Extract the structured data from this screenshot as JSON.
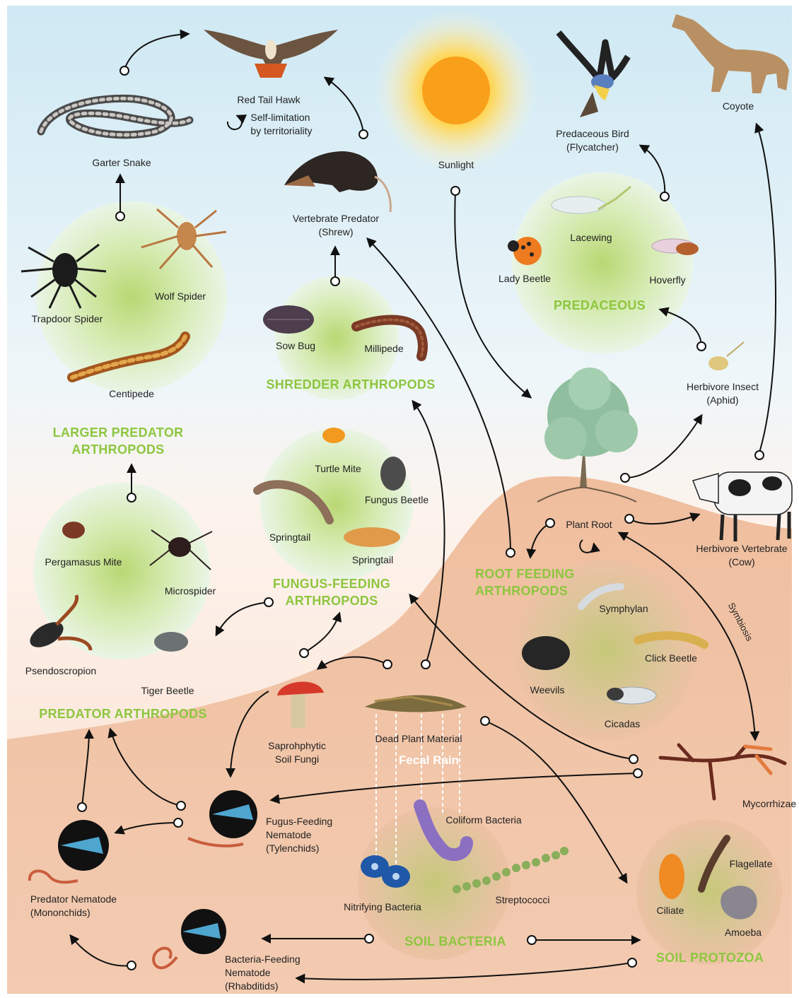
{
  "labels": {
    "red_tail_hawk": "Red Tail Hawk",
    "self_limitation_1": "Self-limitation",
    "self_limitation_2": "by territoriality",
    "garter_snake": "Garter Snake",
    "sunlight": "Sunlight",
    "predaceous_bird_1": "Predaceous Bird",
    "predaceous_bird_2": "(Flycatcher)",
    "coyote": "Coyote",
    "shrew_1": "Vertebrate Predator",
    "shrew_2": "(Shrew)",
    "trapdoor_spider": "Trapdoor Spider",
    "wolf_spider": "Wolf Spider",
    "centipede": "Centipede",
    "sow_bug": "Sow Bug",
    "millipede": "Millipede",
    "lacewing": "Lacewing",
    "lady_beetle": "Lady Beetle",
    "hoverfly": "Hoverfly",
    "aphid_1": "Herbivore Insect",
    "aphid_2": "(Aphid)",
    "turtle_mite": "Turtle Mite",
    "fungus_beetle": "Fungus Beetle",
    "springtail_1": "Springtail",
    "springtail_2": "Springtail",
    "plant_root": "Plant Root",
    "cow_1": "Herbivore Vertebrate",
    "cow_2": "(Cow)",
    "pergamasus_mite": "Pergamasus Mite",
    "microspider": "Microspider",
    "psendoscropion": "Psendoscropion",
    "tiger_beetle": "Tiger Beetle",
    "symphylan": "Symphylan",
    "click_beetle": "Click Beetle",
    "weevils": "Weevils",
    "cicadas": "Cicadas",
    "symbiosis": "Symbiosis",
    "saprophytic_1": "Saprohphytic",
    "saprophytic_2": "Soil Fungi",
    "dead_plant": "Dead Plant Material",
    "fecal_rain": "Fecal Rain",
    "mycorrhizae": "Mycorrhizae",
    "fungus_nematode_1": "Fugus-Feeding",
    "fungus_nematode_2": "Nematode",
    "fungus_nematode_3": "(Tylenchids)",
    "coliform": "Coliform Bacteria",
    "predator_nematode_1": "Predator Nematode",
    "predator_nematode_2": "(Mononchids)",
    "nitrifying": "Nitrifying Bacteria",
    "streptococci": "Streptococci",
    "flagellate": "Flagellate",
    "ciliate": "Ciliate",
    "amoeba": "Amoeba",
    "bacteria_nematode_1": "Bacteria-Feeding",
    "bacteria_nematode_2": "Nematode",
    "bacteria_nematode_3": "(Rhabditids)"
  },
  "groups": {
    "predaceous": "PREDACEOUS",
    "shredder": "SHREDDER ARTHROPODS",
    "larger_predator_1": "LARGER PREDATOR",
    "larger_predator_2": "ARTHROPODS",
    "root_feeding_1": "ROOT FEEDING",
    "root_feeding_2": "ARTHROPODS",
    "fungus_feeding_1": "FUNGUS-FEEDING",
    "fungus_feeding_2": "ARTHROPODS",
    "predator_arthropods": "PREDATOR ARTHROPODS",
    "soil_bacteria": "SOIL BACTERIA",
    "soil_protozoa": "SOIL PROTOZOA"
  },
  "colors": {
    "group_label": "#8dc63f",
    "arrow": "#111111",
    "sky_top": "#cfe9f4",
    "soil": "#eeb896",
    "glow_green": "#c6e08a"
  }
}
